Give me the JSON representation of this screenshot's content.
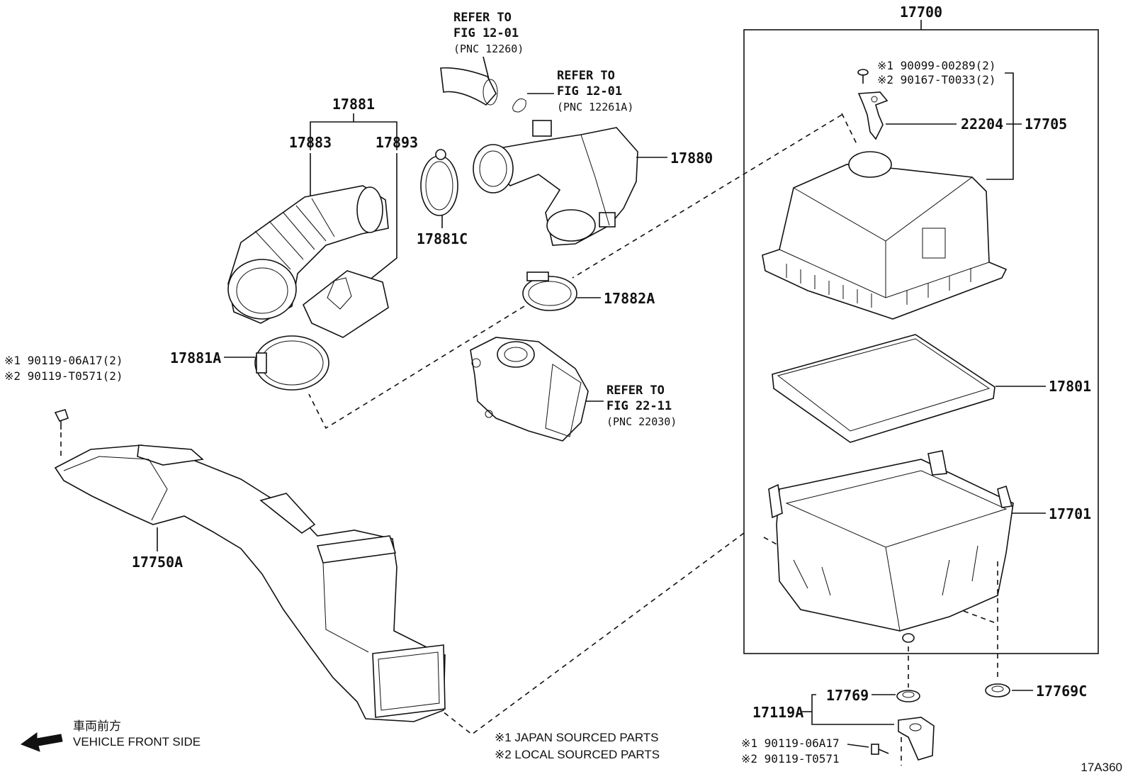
{
  "labels": {
    "p17700": "17700",
    "p17881": "17881",
    "p17883": "17883",
    "p17893": "17893",
    "p17880": "17880",
    "p17881C": "17881C",
    "p17882A": "17882A",
    "p17881A": "17881A",
    "p17750A": "17750A",
    "p22204": "22204",
    "p17705": "17705",
    "p17801": "17801",
    "p17701": "17701",
    "p17769": "17769",
    "p17769C": "17769C",
    "p17119A": "17119A",
    "fig_id": "17A360"
  },
  "refs": {
    "ref1": {
      "line1": "REFER TO",
      "line2": "FIG 12-01",
      "line3": "(PNC 12260)"
    },
    "ref2": {
      "line1": "REFER TO",
      "line2": "FIG 12-01",
      "line3": "(PNC 12261A)"
    },
    "ref3": {
      "line1": "REFER TO",
      "line2": "FIG 22-11",
      "line3": "(PNC 22030)"
    }
  },
  "fasteners": {
    "top_right_1": "※1 90099-00289(2)",
    "top_right_2": "※2 90167-T0033(2)",
    "left_1": "※1 90119-06A17(2)",
    "left_2": "※2 90119-T0571(2)",
    "bottom_1": "※1 90119-06A17",
    "bottom_2": "※2 90119-T0571"
  },
  "legend": {
    "japan": "※1 JAPAN SOURCED PARTS",
    "local": "※2 LOCAL SOURCED PARTS"
  },
  "direction": {
    "jp": "車両前方",
    "en": "VEHICLE FRONT SIDE"
  }
}
